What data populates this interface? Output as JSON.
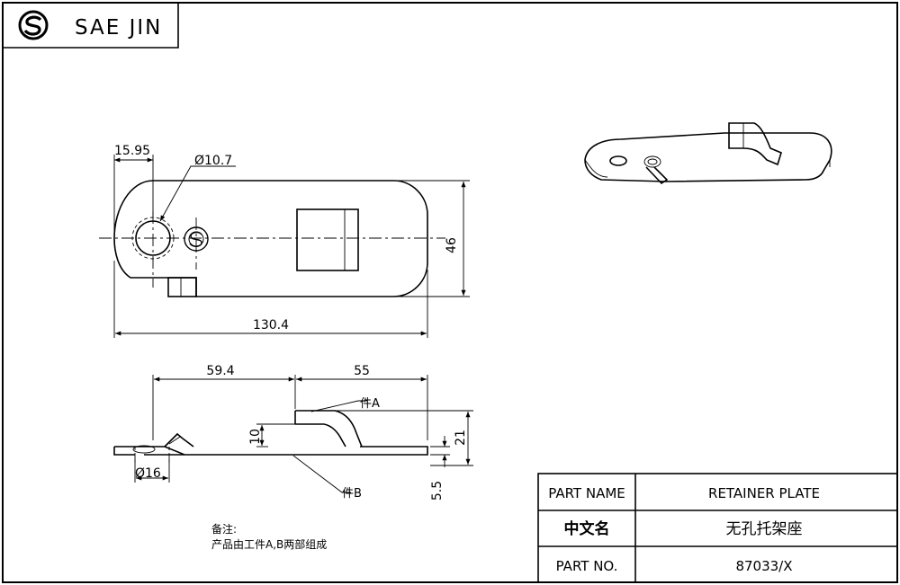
{
  "company": {
    "name": "SAE JIN",
    "logo_icon": "sae-jin-logo-icon"
  },
  "drawing": {
    "top_view": {
      "dim_left_offset": "15.95",
      "dim_hole_dia": "Ø10.7",
      "dim_height": "46",
      "dim_length": "130.4"
    },
    "side_view": {
      "dim_span_a": "59.4",
      "dim_span_b": "55",
      "dim_rise": "10",
      "dim_total_height": "21",
      "dim_thickness": "5.5",
      "dim_hole_dia": "Ø16",
      "label_part_a": "件A",
      "label_part_b": "件B"
    },
    "notes": {
      "title": "备注:",
      "text": "产品由工件A,B两部组成"
    }
  },
  "title_block": {
    "rows": [
      {
        "label": "PART NAME",
        "value": "RETAINER PLATE"
      },
      {
        "label": "中文名",
        "value": "无孔托架座"
      },
      {
        "label": "PART NO.",
        "value": "87033/X"
      }
    ]
  }
}
